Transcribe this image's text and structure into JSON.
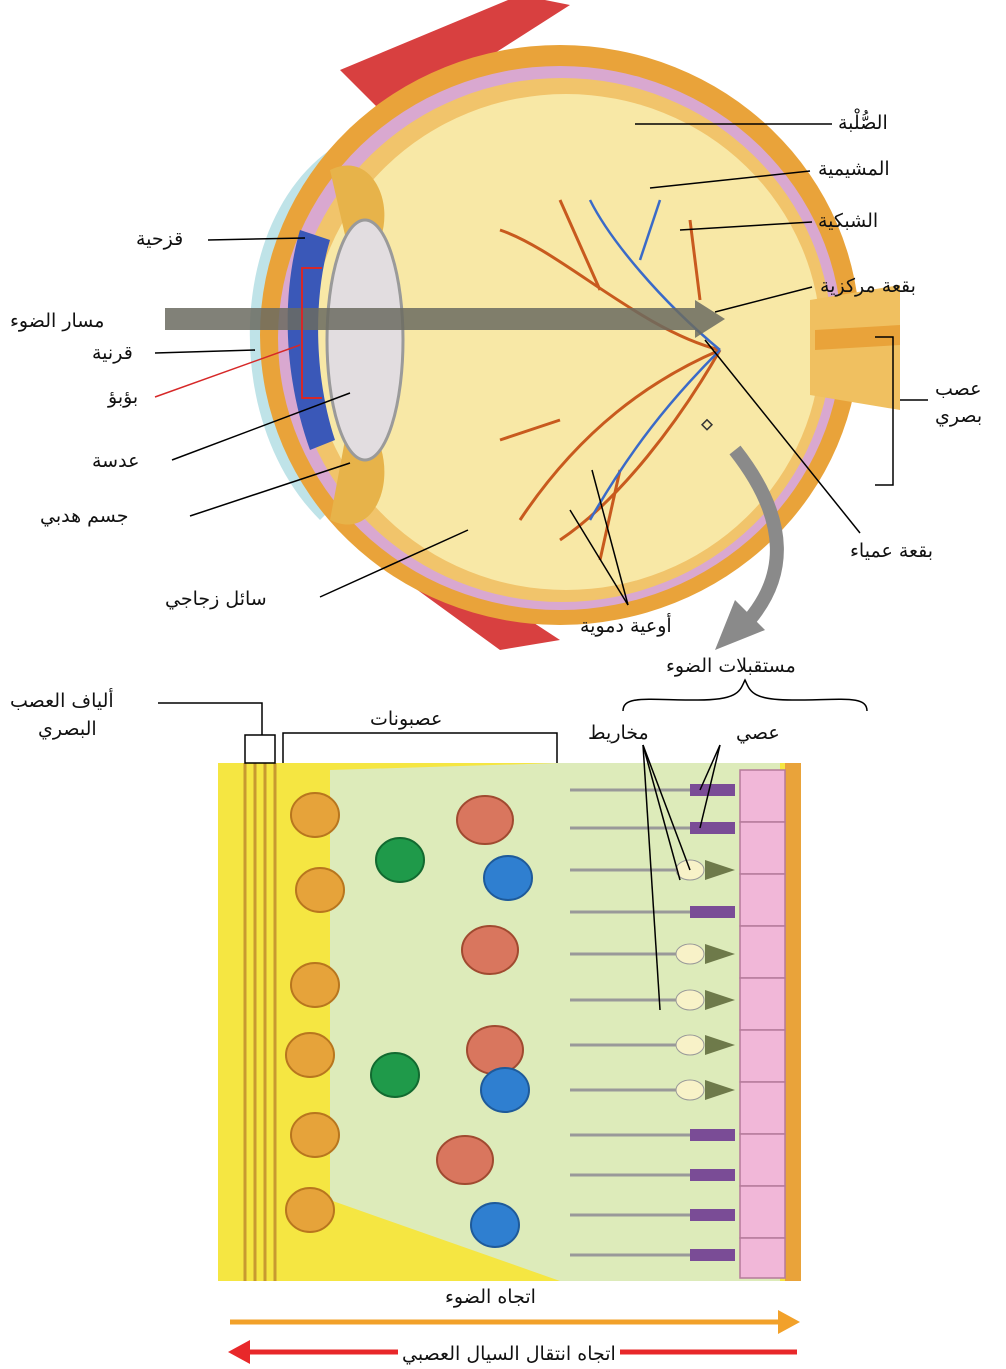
{
  "eye": {
    "labels": {
      "sclera": "الصُّلْبة",
      "choroid": "المشيمية",
      "retina": "الشبكية",
      "fovea": "بقعة مركزية",
      "optic_nerve_line1": "عصب",
      "optic_nerve_line2": "بصري",
      "blind_spot": "بقعة عمياء",
      "iris": "قزحية",
      "light_path": "مسار الضوء",
      "cornea": "قرنية",
      "pupil": "بؤبؤ",
      "lens": "عدسة",
      "ciliary_body": "جسم هدبي",
      "vitreous": "سائل زجاجي",
      "blood_vessels": "أوعية دموية"
    }
  },
  "retina": {
    "labels": {
      "photoreceptors": "مستقبلات الضوء",
      "rods": "عصي",
      "cones": "مخاريط",
      "neurons": "عصبونات",
      "optic_fibers_line1": "ألياف العصب",
      "optic_fibers_line2": "البصري"
    }
  },
  "arrows": {
    "light_direction": "اتجاه الضوء",
    "impulse_direction": "اتجاه انتقال السيال العصبي"
  },
  "colors": {
    "light_arrow": "#f2a12a",
    "impulse_arrow": "#e8282a",
    "pupil_marker": "#d62828",
    "eye_yellow": "#f8e8a6",
    "retina_yellow": "#f5e642",
    "ganglion": "#e6a33a",
    "amacrine": "#1f9a4a",
    "horizontal": "#2f7fd0",
    "bipolar": "#d9765e",
    "pigment_cells": "#f1b7d8",
    "rod_purple": "#7a4c96",
    "cone_olive": "#6e7a4a"
  }
}
